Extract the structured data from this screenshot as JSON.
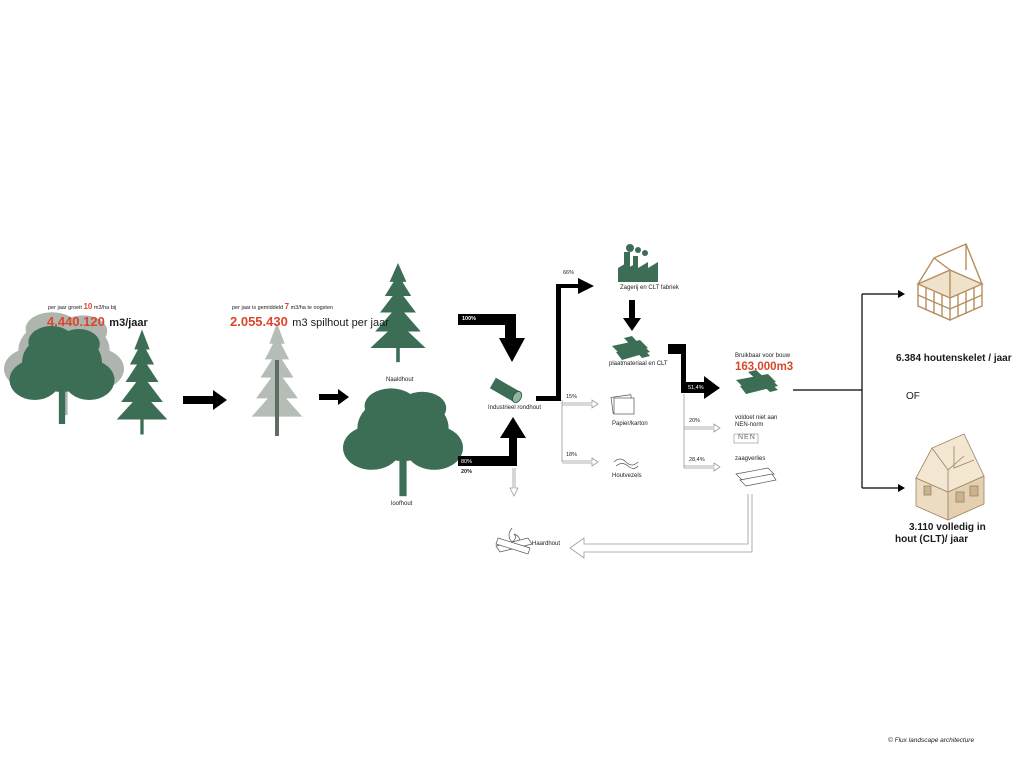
{
  "colors": {
    "tree": "#3c6e56",
    "tree_light": "#aeb4ae",
    "accent": "#d9472b",
    "arrow": "#000000",
    "outline": "#9a9a9a"
  },
  "growth": {
    "prefix": "per jaar groeit",
    "value_small": "10",
    "suffix": "m3/ha bij",
    "total": "4.440.120",
    "total_unit": "m3/jaar"
  },
  "harvest": {
    "prefix": "per jaar is gemiddeld",
    "value_small": "7",
    "suffix": "m3/ha te oogsten",
    "total": "2.055.430",
    "total_unit": "m3 spilhout per jaar"
  },
  "wood_types": {
    "naaldhout": "Naaldhout",
    "loofhout": "loofhout"
  },
  "inputs": {
    "naaldhout_pct": "100%",
    "loofhout_pct": "80%",
    "loofhout_loss_pct": "20%"
  },
  "industrial": {
    "label": "Industrieel rondhout"
  },
  "splits": {
    "sawmill_pct": "66%",
    "paper_pct": "15%",
    "fiber_pct": "18%"
  },
  "sawmill": {
    "label": "Zagerij en CLT fabriek"
  },
  "panels": {
    "label": "plaatmateriaal en CLT"
  },
  "paper": {
    "label": "Papier/karton"
  },
  "fibers": {
    "label": "Houtvezels"
  },
  "usable": {
    "pct": "51,4%",
    "label": "Bruikbaar voor bouw",
    "value": "163.000m3"
  },
  "not_norm": {
    "pct": "20%",
    "label_line1": "voldoet niet aan",
    "label_line2": "NEN-norm",
    "logo": "NEN"
  },
  "sawloss": {
    "pct": "28,4%",
    "label": "zaagverlies"
  },
  "firewood": {
    "label": "Haardhout"
  },
  "results": {
    "frame": "6.384 houtenskelet / jaar",
    "or": "OF",
    "clt_line1": "3.110 volledig in",
    "clt_line2": "hout (CLT)/ jaar"
  },
  "credit": "© Flux landscape architecture"
}
